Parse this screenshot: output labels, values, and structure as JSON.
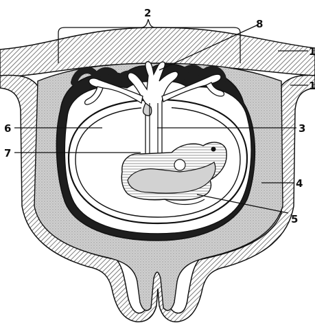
{
  "figure": {
    "labels": [
      "2",
      "8",
      "1",
      "1",
      "6",
      "3",
      "7",
      "4",
      "5"
    ]
  },
  "colors": {
    "ink": "#111111",
    "paper": "#ffffff",
    "tissue_fill": "#d2d2d2",
    "dark_band": "#1e1e1e",
    "hatch": "#5a5a5a"
  }
}
